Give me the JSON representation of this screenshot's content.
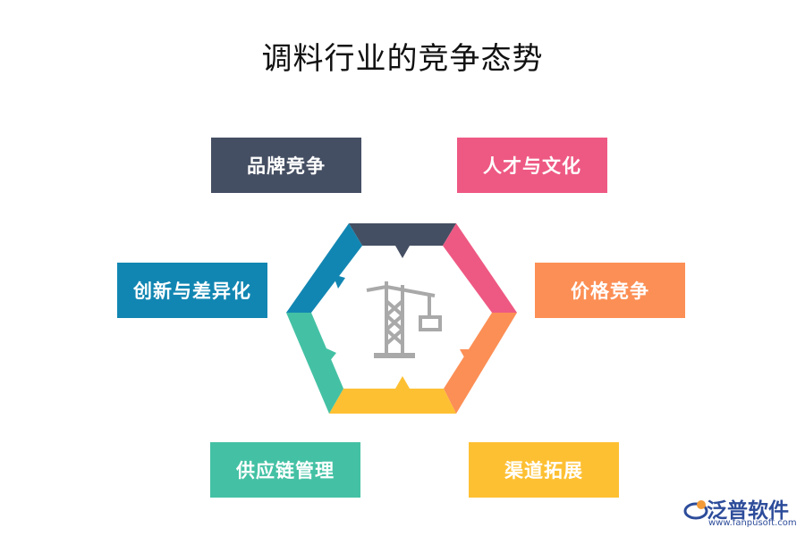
{
  "title": "调料行业的竞争态势",
  "items": [
    {
      "label": "品牌竞争",
      "color": "#454f63"
    },
    {
      "label": "人才与文化",
      "color": "#ee5983"
    },
    {
      "label": "价格竞争",
      "color": "#fc8f55"
    },
    {
      "label": "渠道拓展",
      "color": "#fec033"
    },
    {
      "label": "供应链管理",
      "color": "#44c1a4"
    },
    {
      "label": "创新与差异化",
      "color": "#1286b2"
    }
  ],
  "center_icon": "crane-icon",
  "center_icon_color": "#a9a9a9",
  "watermark": {
    "name": "泛普软件",
    "url": "www.fanpusoft.com",
    "color": "#2d4c9a",
    "accent": "#f29b38"
  }
}
